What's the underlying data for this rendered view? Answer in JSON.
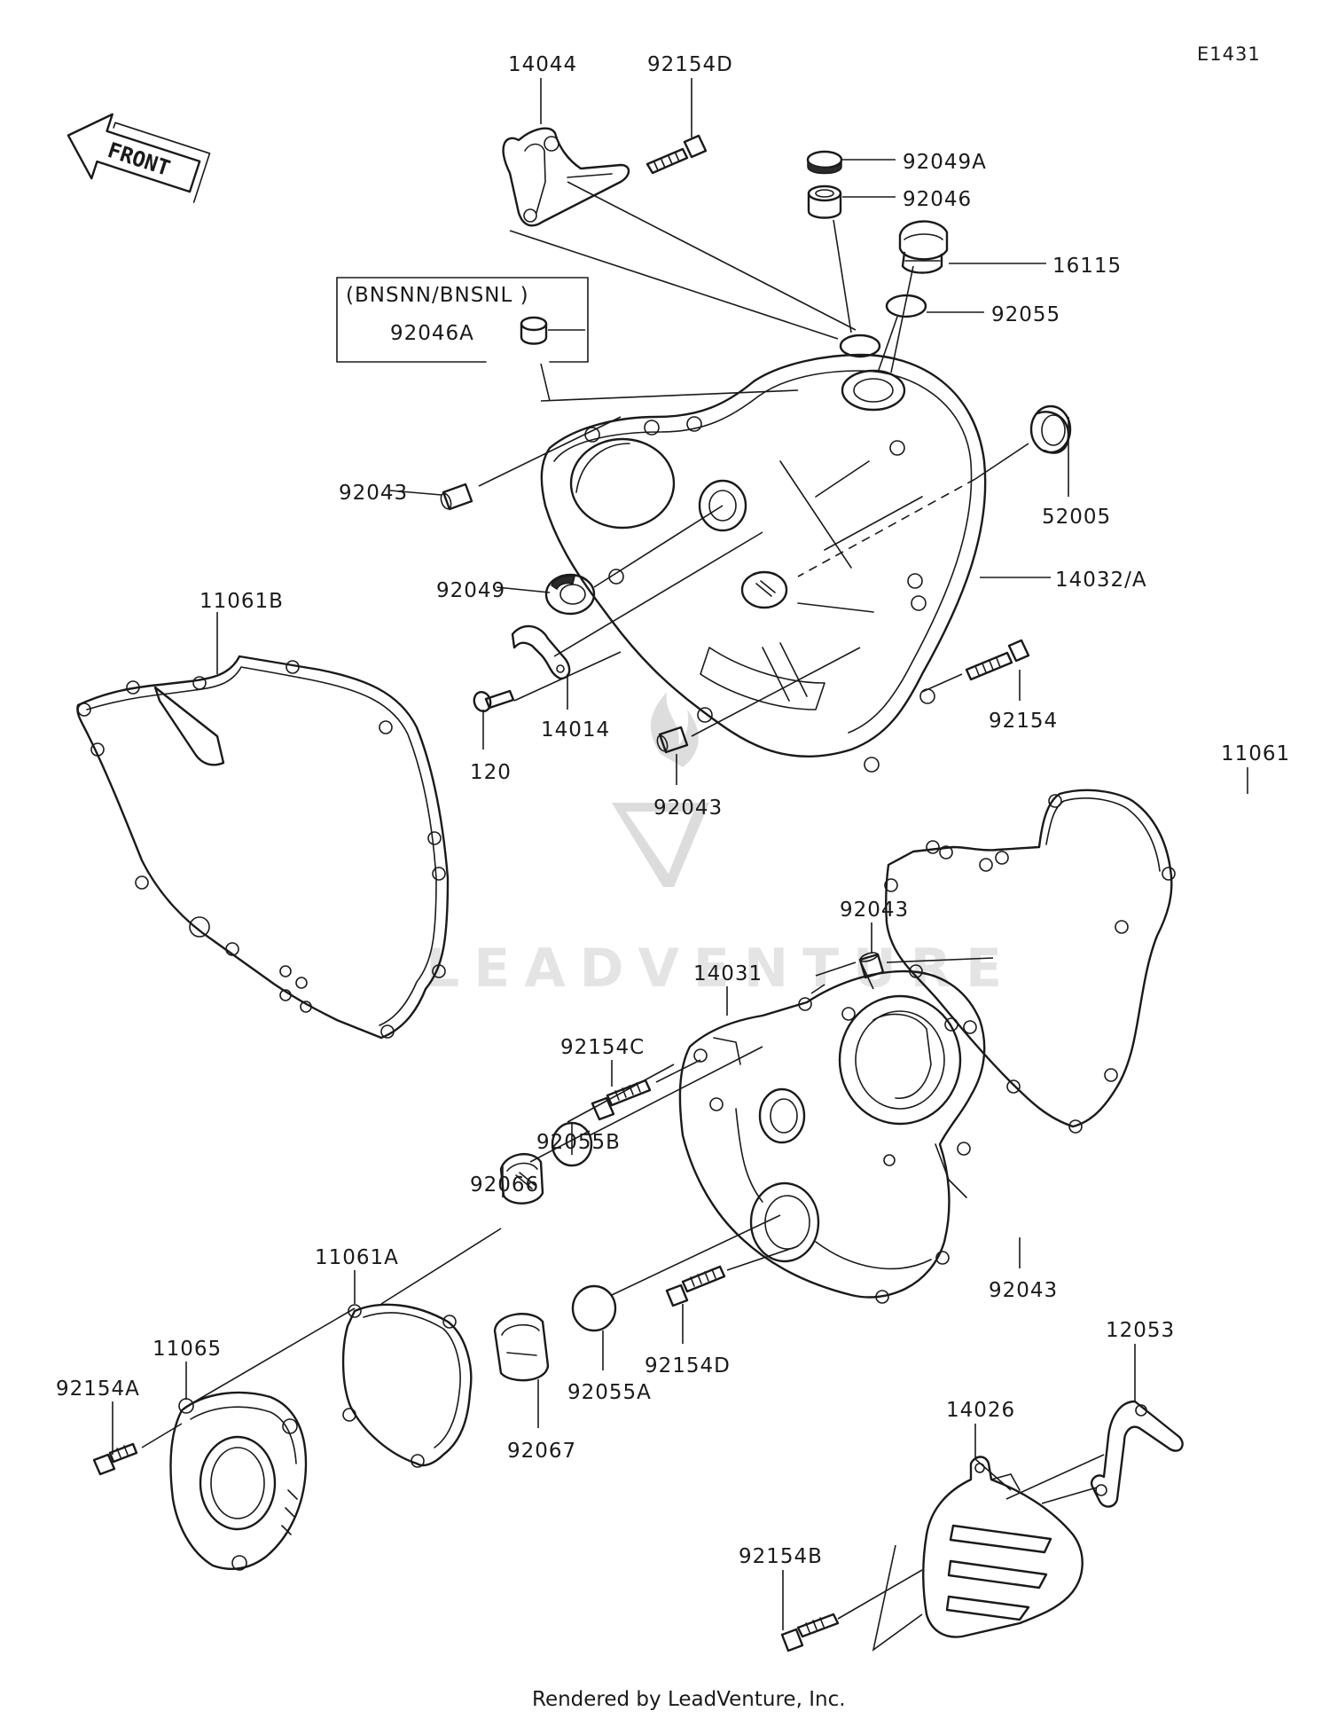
{
  "diagram_code": "E1431",
  "front_arrow_label": "FRONT",
  "variant_box_label": "(BNSNN/BNSNL )",
  "watermark_text": "LEADVENTURE",
  "footer_text": "Rendered by LeadVenture, Inc.",
  "parts": {
    "p14044": "14044",
    "p92154D_top": "92154D",
    "p92049A": "92049A",
    "p92046": "92046",
    "p16115": "16115",
    "p92055": "92055",
    "p92046A": "92046A",
    "p92043_left": "92043",
    "p52005": "52005",
    "p92049": "92049",
    "p14032A": "14032/A",
    "p11061B": "11061B",
    "p92154": "92154",
    "p14014": "14014",
    "p120": "120",
    "p92043_mid": "92043",
    "p11061": "11061",
    "p92043_right": "92043",
    "p14031": "14031",
    "p92154C": "92154C",
    "p92055B": "92055B",
    "p92066": "92066",
    "p11061A": "11061A",
    "p92043_low": "92043",
    "p11065": "11065",
    "p92154A": "92154A",
    "p92067": "92067",
    "p92055A": "92055A",
    "p92154D_low": "92154D",
    "p12053": "12053",
    "p14026": "14026",
    "p92154B": "92154B"
  }
}
